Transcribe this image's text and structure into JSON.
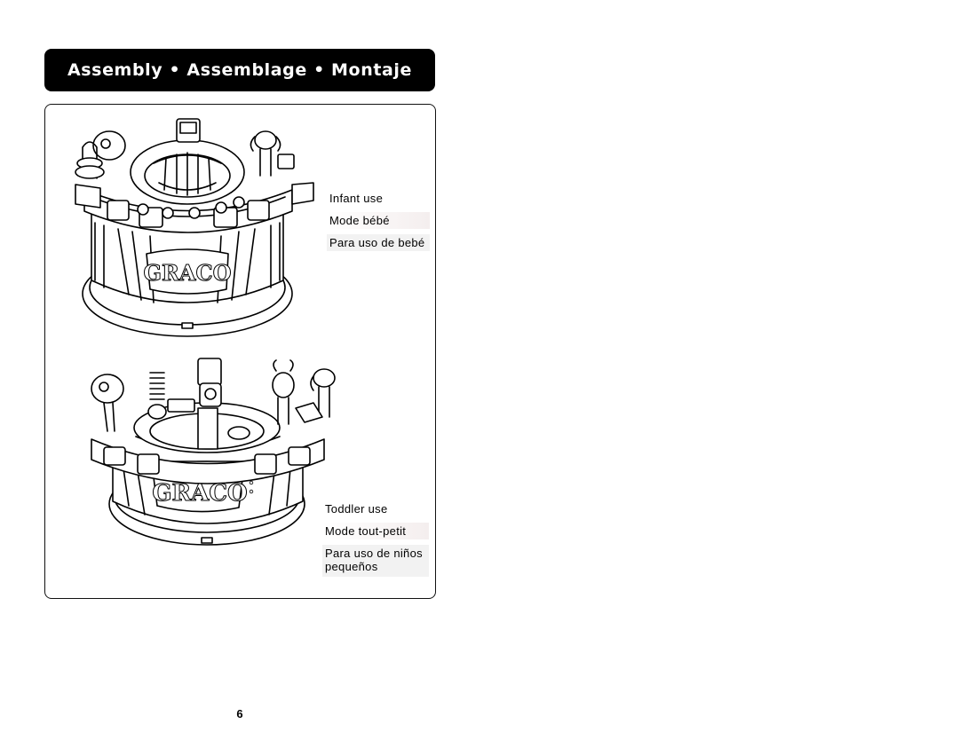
{
  "header": {
    "title": "Assembly • Assemblage • Montaje"
  },
  "infant": {
    "caption_en": "Infant use",
    "caption_fr": "Mode bébé",
    "caption_es": "Para uso de bebé",
    "logo_text": "GRACO"
  },
  "toddler": {
    "caption_en": "Toddler use",
    "caption_fr": "Mode tout-petit",
    "caption_es": "Para uso de niños pequeños",
    "logo_text": "GRACO"
  },
  "page_number": "6"
}
